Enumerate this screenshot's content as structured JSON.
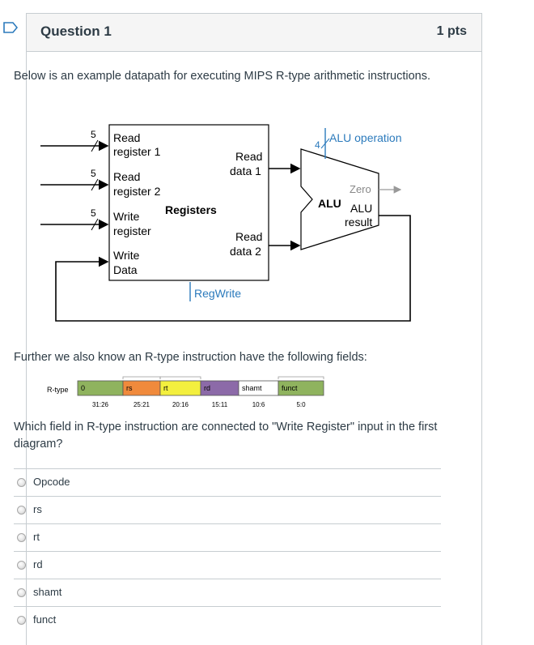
{
  "question": {
    "title": "Question 1",
    "points": "1 pts",
    "intro": "Below is an example datapath for executing MIPS R-type arithmetic instructions.",
    "fields_intro": "Further we also know an R-type instruction have the following fields:",
    "prompt_line1": "Which field in R-type instruction are connected to \"Write Register\" input in the first",
    "prompt_line2": "diagram?"
  },
  "datapath": {
    "bits": [
      "5",
      "5",
      "5"
    ],
    "read_register_1": [
      "Read",
      "register 1"
    ],
    "read_register_2": [
      "Read",
      "register 2"
    ],
    "write_register": [
      "Write",
      "register"
    ],
    "write_data": [
      "Write",
      "Data"
    ],
    "registers": "Registers",
    "read_data_1": [
      "Read",
      "data 1"
    ],
    "read_data_2": [
      "Read",
      "data 2"
    ],
    "regwrite": "RegWrite",
    "alu_op_bits": "4",
    "alu_operation": "ALU operation",
    "alu": "ALU",
    "zero": "Zero",
    "alu_result": [
      "ALU",
      "result"
    ]
  },
  "rtype": {
    "label": "R-type",
    "fields": [
      {
        "name": "0",
        "bits": "31:26",
        "color": "#8fb35e"
      },
      {
        "name": "rs",
        "bits": "25:21",
        "color": "#f08a3c"
      },
      {
        "name": "rt",
        "bits": "20:16",
        "color": "#f3ef3e"
      },
      {
        "name": "rd",
        "bits": "15:11",
        "color": "#8c6aa8"
      },
      {
        "name": "shamt",
        "bits": "10:6",
        "color": "#ffffff"
      },
      {
        "name": "funct",
        "bits": "5:0",
        "color": "#8fb35e"
      }
    ]
  },
  "options": [
    "Opcode",
    "rs",
    "rt",
    "rd",
    "shamt",
    "funct"
  ],
  "colors": {
    "accent": "#2b7abc",
    "border": "#c7cdd1",
    "header_bg": "#f5f5f5"
  }
}
